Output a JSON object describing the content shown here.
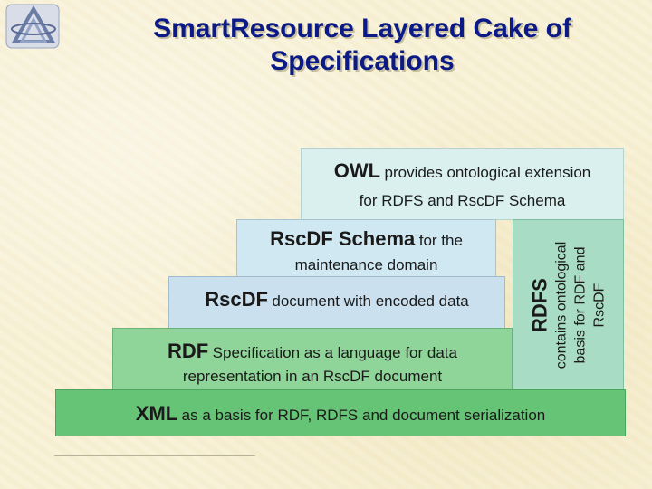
{
  "title": {
    "line1": "SmartResource Layered Cake of",
    "line2": "Specifications"
  },
  "layers": {
    "owl": {
      "term": "OWL",
      "line1_rest": "provides ontological extension",
      "line2": "for RDFS and RscDF Schema"
    },
    "rscdf_schema": {
      "term": "RscDF Schema",
      "line1_rest": "for the",
      "line2": "maintenance domain"
    },
    "rscdf": {
      "term": "RscDF",
      "line1_rest": "document with encoded data"
    },
    "rdf": {
      "term": "RDF",
      "line1_rest": "Specification as a language for data",
      "line2": "representation in an RscDF document"
    },
    "rdfs": {
      "term": "RDFS",
      "desc_line1": "contains ontological",
      "desc_line2": "basis for RDF and",
      "desc_line3": "RscDF"
    },
    "xml": {
      "term": "XML",
      "line1_rest": "as a basis for RDF, RDFS and document serialization"
    }
  },
  "colors": {
    "title": "#0b1a86",
    "owl": "#d9f0ef",
    "rscdf_schema": "#d0e8f2",
    "rscdf": "#cbe0ef",
    "rdf": "#8fd498",
    "rdfs": "#a9dcc4",
    "xml": "#66c476"
  },
  "logo_icon": "pyramid-logo-icon"
}
